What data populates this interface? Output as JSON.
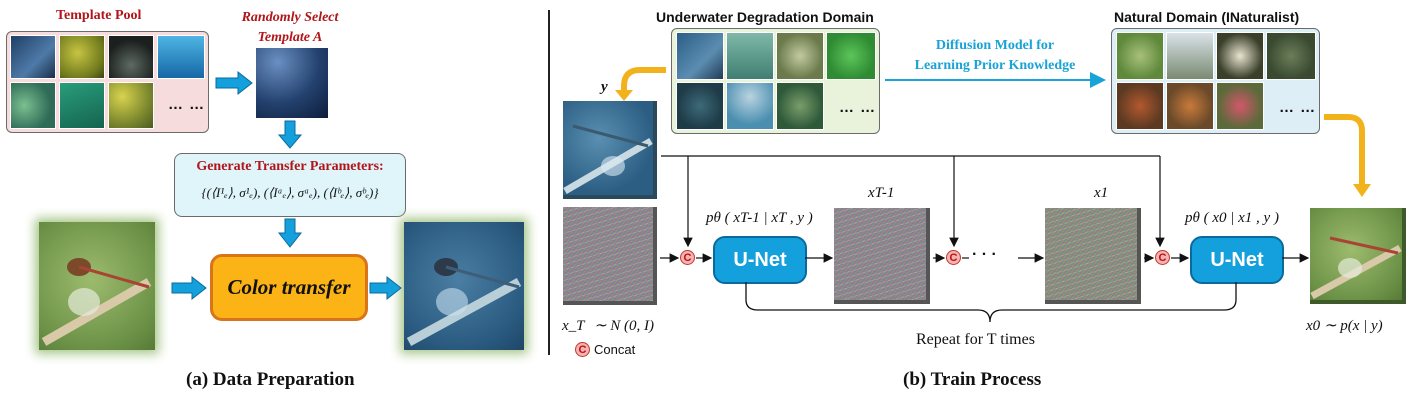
{
  "left_panel": {
    "template_pool_title": "Template Pool",
    "random_select_line1": "Randomly Select",
    "random_select_line2": "Template A",
    "pool_ellipsis": "… …",
    "gen_params_title": "Generate Transfer Parameters:",
    "gen_params_formula": "{(⟨I¹ₑ⟩, σ¹ₑ), (⟨Iᵃₑ⟩, σᵃₑ), (⟨Iᵇₑ⟩, σᵇₑ)}",
    "color_transfer_label": "Color transfer",
    "caption": "(a) Data Preparation"
  },
  "right_panel": {
    "underwater_domain_title": "Underwater Degradation Domain",
    "natural_domain_title": "Natural Domain (INaturalist)",
    "diffusion_line1": "Diffusion Model for",
    "diffusion_line2": "Learning Prior Knowledge",
    "grid_ellipsis": "… …",
    "y_label": "y",
    "xT_label": "x_T",
    "xT_dist": "∼ N (0, I)",
    "unet_label": "U-Net",
    "p_theta_1": "pθ ( xT-1 | xT , y )",
    "p_theta_2": "pθ ( x0 | x1 , y )",
    "xT1_label": "xT-1",
    "x1_label": "x1",
    "dots": "· · ·",
    "repeat_text": "Repeat for T times",
    "x0_label": "x0 ∼ p(x | y)",
    "concat_badge": "C",
    "concat_legend": "Concat",
    "caption": "(b) Train Process"
  },
  "colors": {
    "pool_bg": "#f6dcdc",
    "params_bg": "#dff5fa",
    "underwater_bg": "#e9f3dc",
    "natural_bg": "#deeef6",
    "color_transfer_fill": "#fbb315",
    "color_transfer_border": "#d9741a",
    "arrow_blue": "#14a0dc",
    "arrow_orange": "#f2b21c",
    "title_red": "#b0151a",
    "diffusion_cyan": "#19a3d6"
  }
}
